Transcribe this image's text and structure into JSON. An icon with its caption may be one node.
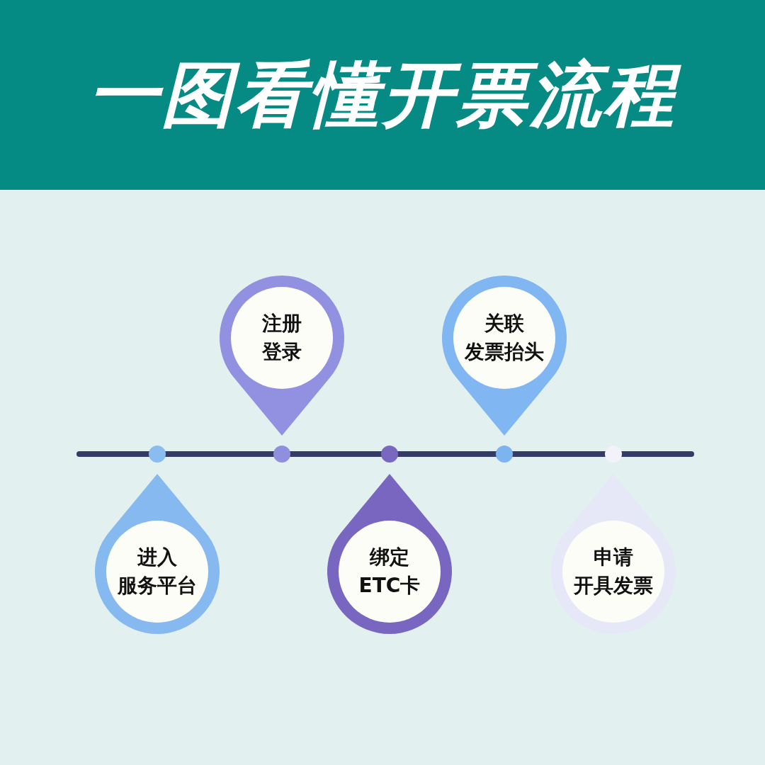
{
  "diagram": {
    "title": "一图看懂开票流程",
    "nodes": [
      {
        "text": [
          "进入服务平台"
        ]
      },
      {
        "text": [
          "注册登录"
        ]
      },
      {
        "text": [
          "绑定ETC卡"
        ]
      },
      {
        "text": [
          "关联发票抬头"
        ]
      },
      {
        "text": [
          "申请开具发票"
        ]
      }
    ]
  }
}
